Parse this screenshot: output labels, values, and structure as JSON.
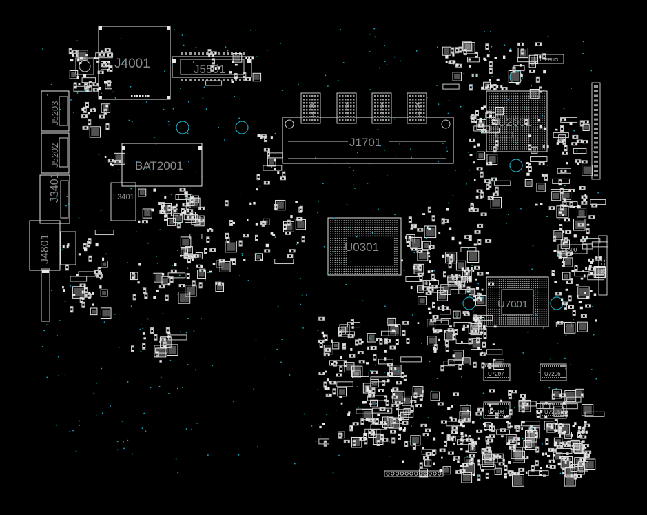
{
  "board": {
    "background": "#000000",
    "outline_color": "#c9c9c9",
    "via_color": "#1aa5b8",
    "large_designators": {
      "j4001": "J4001",
      "j5501": "J5501",
      "j5203": "J5203",
      "j5202": "J5202",
      "j3401": "J3401",
      "j4801": "J4801",
      "bat2001": "BAT2001",
      "j1701": "J1701",
      "u2001": "U2001",
      "u0301": "U0301",
      "u7001": "U7001",
      "l3401": "L3401"
    },
    "small_labels": {
      "jdebug": "JDEBUG",
      "u7207": "U7207",
      "u7206": "U7206",
      "u7208": "U7208",
      "u7205": "U7205",
      "l8500": "L8500",
      "j5101": "J5101",
      "u1701": "U1701",
      "u1702": "U1702",
      "u1703": "U1703",
      "u1704": "U1704"
    }
  }
}
